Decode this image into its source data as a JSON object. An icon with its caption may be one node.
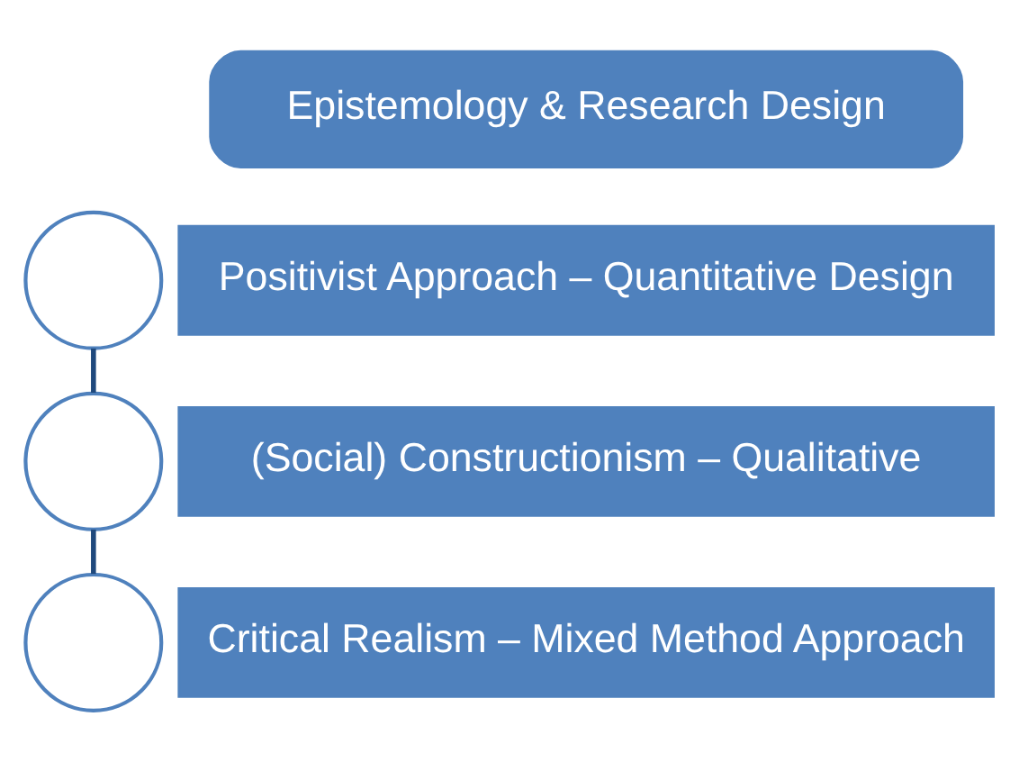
{
  "diagram": {
    "nodes": [
      {
        "text": [
          "Epistemology & Research Design"
        ]
      },
      {
        "text": [],
        "shape": "circle"
      },
      {
        "text": [
          "Positivist Approach – Quantitative Design"
        ]
      },
      {
        "text": [],
        "shape": "circle"
      },
      {
        "text": [
          "(Social) Constructionism – Qualitative"
        ]
      },
      {
        "text": [],
        "shape": "circle"
      },
      {
        "text": [
          "Critical Realism – Mixed Method Approach"
        ]
      }
    ],
    "edges": [
      {
        "from": 1,
        "to": 3,
        "arrow": "none"
      },
      {
        "from": 3,
        "to": 5,
        "arrow": "none"
      }
    ]
  }
}
